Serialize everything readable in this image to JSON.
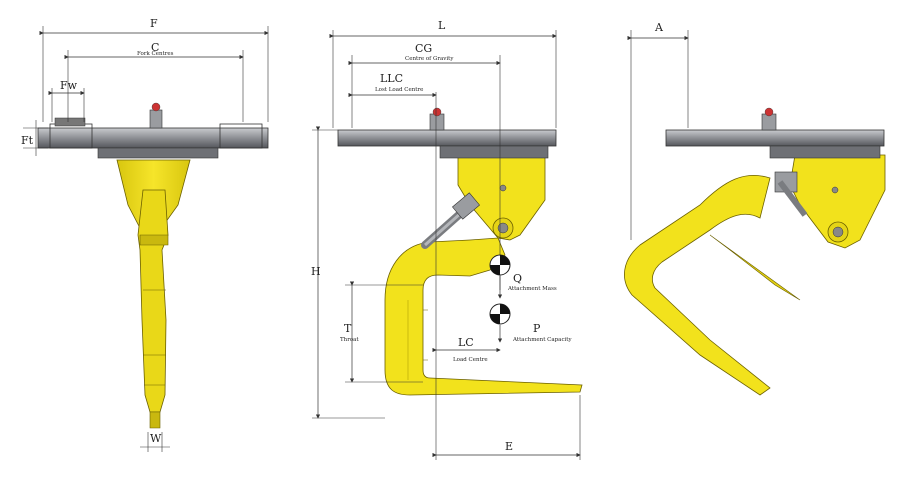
{
  "dimensions": {
    "F": "F",
    "C": "C",
    "C_sub": "Fork Centres",
    "Fw": "Fw",
    "Ft": "Ft",
    "W": "W",
    "L": "L",
    "CG": "CG",
    "CG_sub": "Centre of Gravity",
    "LLC": "LLC",
    "LLC_sub": "Lost Load Centre",
    "H": "H",
    "T": "T",
    "T_sub": "Throat",
    "LC": "LC",
    "LC_sub": "Load Centre",
    "E": "E",
    "A": "A",
    "Q": "Q",
    "Q_sub": "Attachment Mass",
    "P": "P",
    "P_sub": "Attachment Capacity"
  },
  "colors": {
    "body_yellow": "#f2e21c",
    "body_yellow_shade": "#c9b80f",
    "frame_grey": "#8d8f94",
    "frame_dark": "#4b4d52",
    "dim_line": "#333333"
  }
}
